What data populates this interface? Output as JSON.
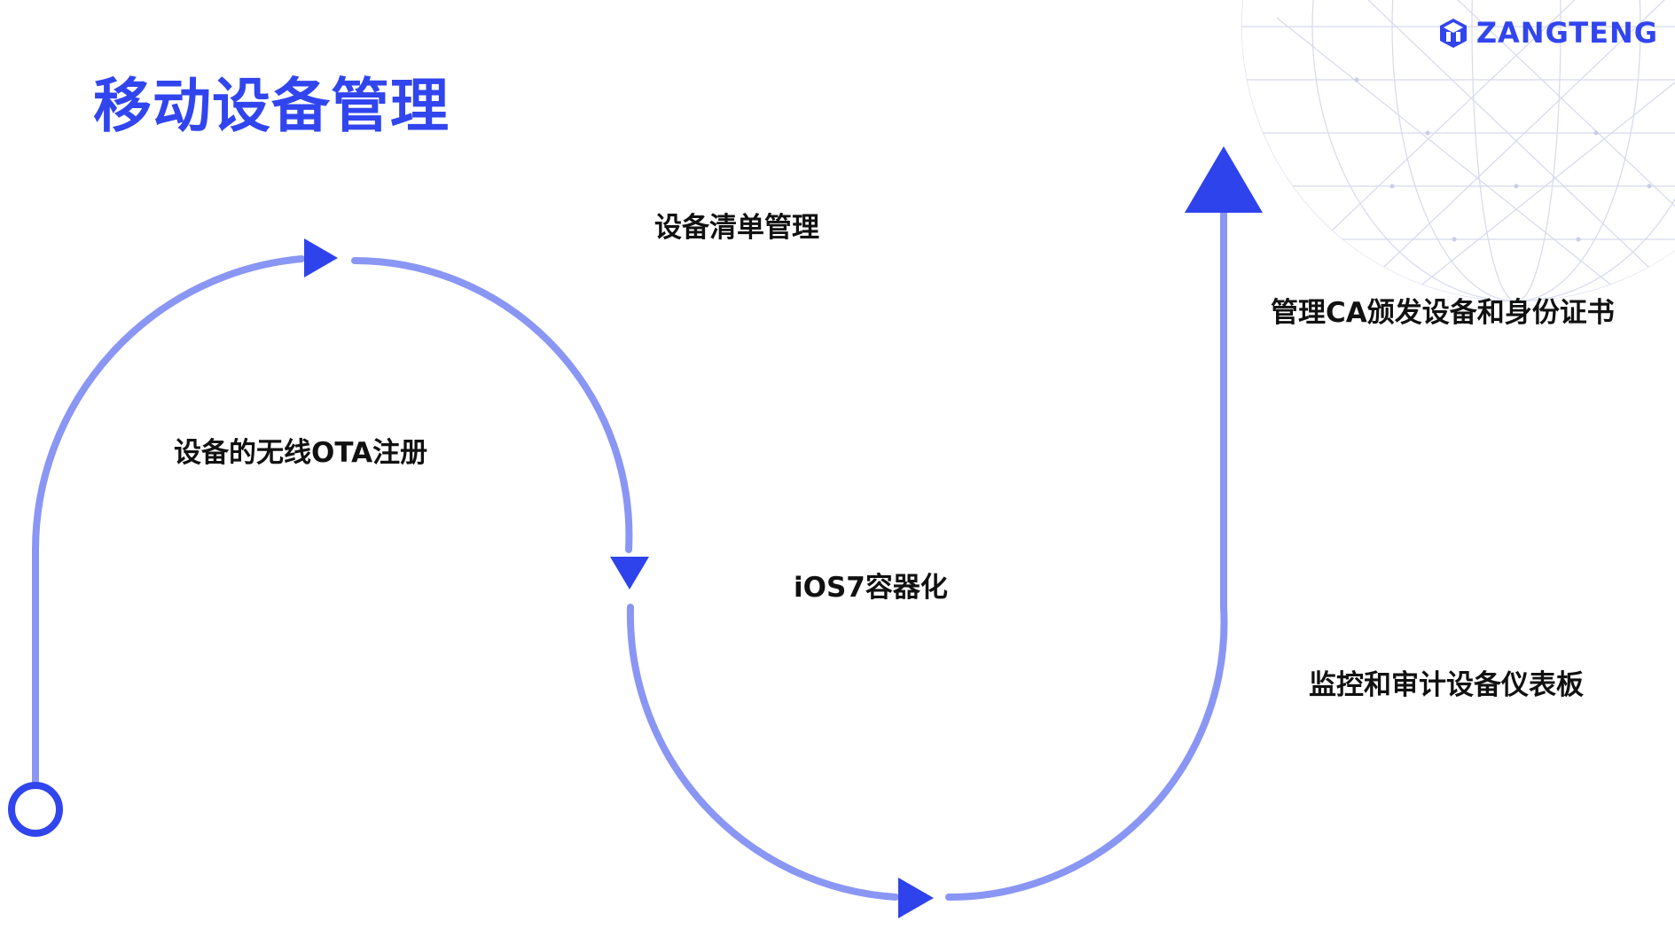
{
  "header": {
    "title": "移动设备管理",
    "brand_name": "ZANGTENG",
    "logo_icon": "zangteng-cube-logo"
  },
  "steps": [
    {
      "label": "设备的无线OTA注册"
    },
    {
      "label": "设备清单管理"
    },
    {
      "label": "iOS7容器化"
    },
    {
      "label": "监控和审计设备仪表板"
    },
    {
      "label": "管理CA颁发设备和身份证书"
    }
  ],
  "colors": {
    "accent": "#3145ef",
    "path": "#8a96f4",
    "arrow": "#2f43ec",
    "text": "#111111",
    "globe_lines": "#d6d9ec"
  }
}
